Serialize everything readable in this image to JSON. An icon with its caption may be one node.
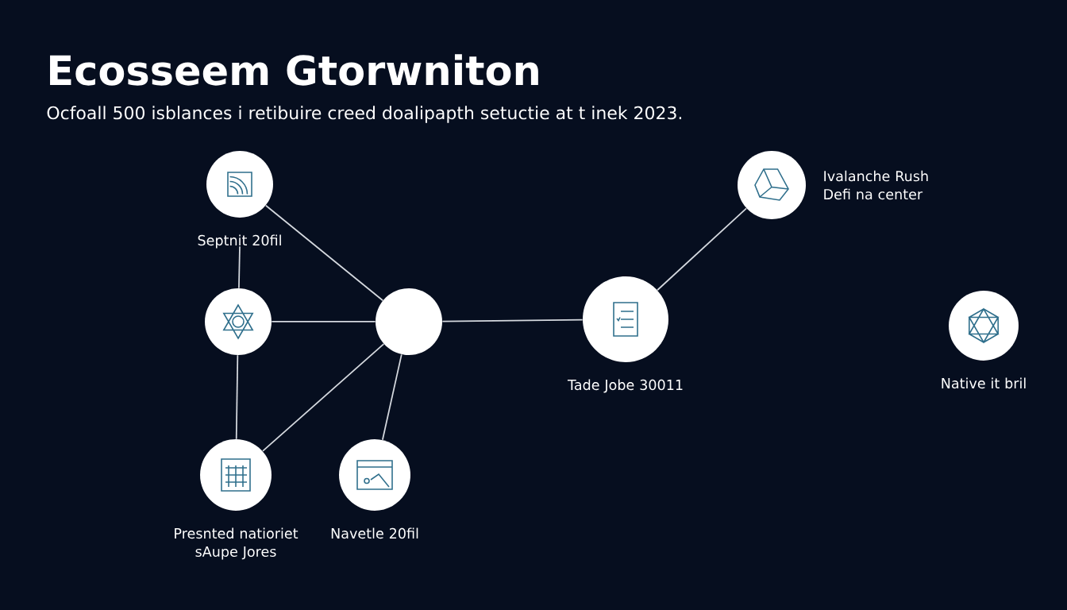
{
  "diagram": {
    "title": "Ecosseem Gtorwniton",
    "caption": "Ocfoall 500 isblances i retibuire creed doalipapth setuctie at t inek 2023.",
    "nodes": [
      {
        "text": [
          "Septnit 20fil"
        ]
      },
      {
        "text": [],
        "shape": "circle"
      },
      {
        "text": [],
        "shape": "circle"
      },
      {
        "text": [
          "Tade Jobe 30011"
        ]
      },
      {
        "text": [
          "Ivalanche Rush Defi na center"
        ]
      },
      {
        "text": [
          "Native it bril"
        ]
      },
      {
        "text": [
          "Presnted natioriet sAupe Jores"
        ]
      },
      {
        "text": [
          "Navetle 20fil"
        ]
      }
    ],
    "edges": [
      {
        "from": 0,
        "to": 1,
        "arrow": "none"
      },
      {
        "from": 0,
        "to": 2,
        "arrow": "none"
      },
      {
        "from": 1,
        "to": 2,
        "arrow": "none"
      },
      {
        "from": 1,
        "to": 6,
        "arrow": "none"
      },
      {
        "from": 2,
        "to": 6,
        "arrow": "none"
      },
      {
        "from": 2,
        "to": 7,
        "arrow": "none"
      },
      {
        "from": 2,
        "to": 3,
        "arrow": "none"
      },
      {
        "from": 3,
        "to": 4,
        "arrow": "none"
      }
    ]
  }
}
